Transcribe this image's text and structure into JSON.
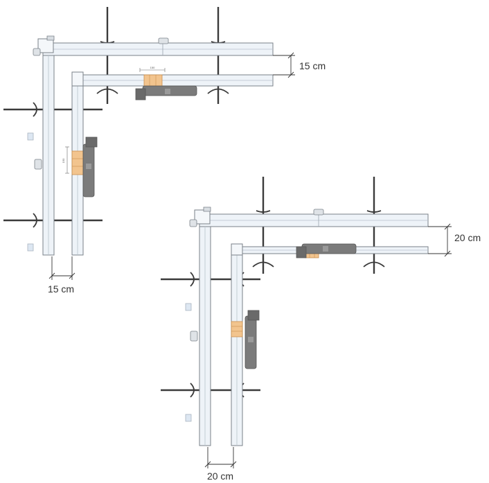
{
  "diagrams": [
    {
      "id": "detail-15",
      "dim_horizontal": "15 cm",
      "dim_vertical": "15 cm",
      "insert_label_h": "150",
      "insert_label_v": "150"
    },
    {
      "id": "detail-20",
      "dim_horizontal": "20 cm",
      "dim_vertical": "20 cm"
    }
  ],
  "colors": {
    "background": "#ffffff",
    "panel_fill": "#eef3f8",
    "panel_stroke": "#7a8088",
    "frame_fill": "#f4f7fa",
    "rod": "#3a3a3a",
    "block": "#f2c48e",
    "block_stroke": "#c98f4f",
    "tensioner": "#7b7b7b",
    "tensioner_dark": "#555555",
    "dim_line": "#333333",
    "clamp": "#8c8c8c",
    "wall_box": "#dde7f2"
  }
}
